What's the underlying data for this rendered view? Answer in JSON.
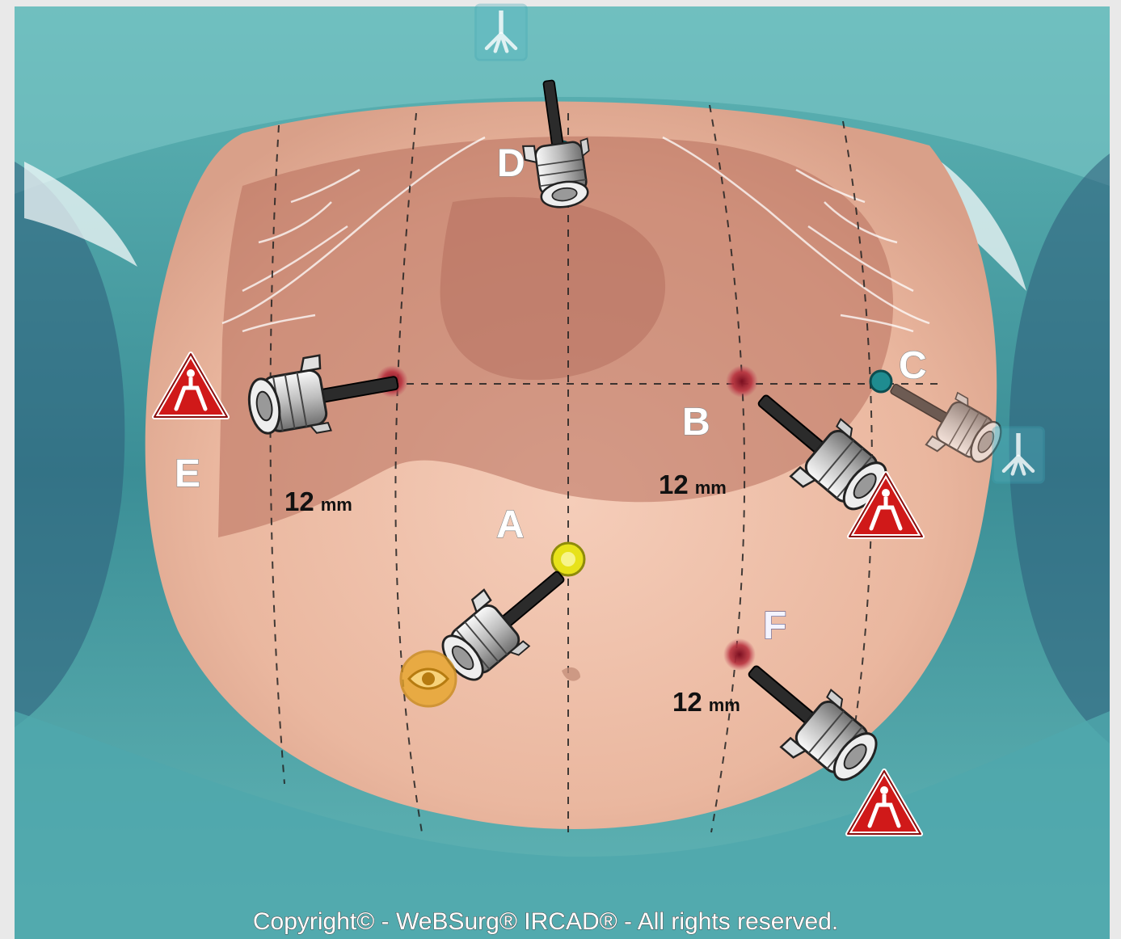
{
  "ports": [
    {
      "id": "A",
      "label": "A"
    },
    {
      "id": "B",
      "label": "B"
    },
    {
      "id": "C",
      "label": "C"
    },
    {
      "id": "D",
      "label": "D"
    },
    {
      "id": "E",
      "label": "E"
    },
    {
      "id": "F",
      "label": "F"
    }
  ],
  "sizes": [
    {
      "number": "12",
      "unit": "mm"
    },
    {
      "number": "12",
      "unit": "mm"
    },
    {
      "number": "12",
      "unit": "mm"
    }
  ],
  "copyright": "Copyright© - WeBSurg® IRCAD® - All rights reserved.",
  "colors": {
    "drape": "#4aa3a6",
    "skin": "#efc3ad",
    "liver": "#b8705c",
    "warning": "#d01919",
    "camera": "#e7a62b",
    "port_red": "#a8283a",
    "port_teal": "#1f8c90",
    "port_yellow": "#e7e21a"
  },
  "icons": [
    "warning-icon",
    "camera-eye-icon",
    "grasper-icon",
    "trocar-icon"
  ]
}
